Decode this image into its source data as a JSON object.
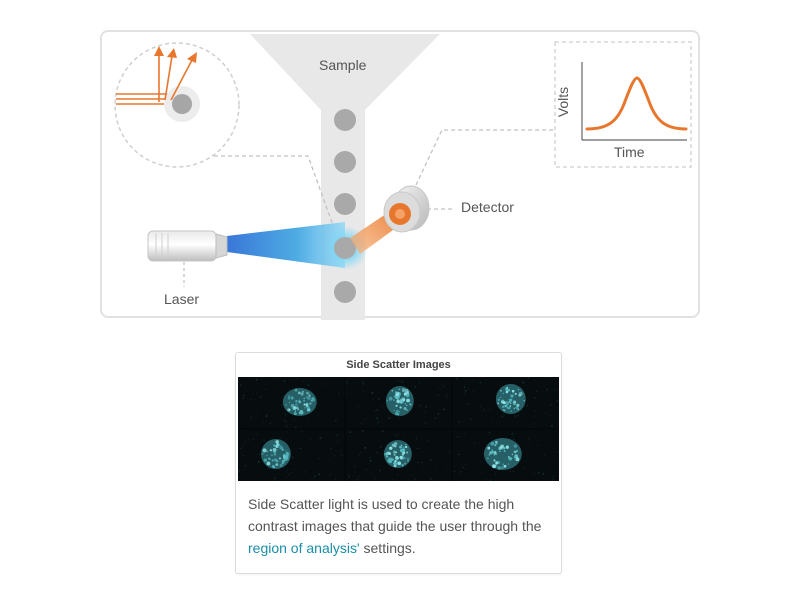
{
  "diagram": {
    "sample_label": "Sample",
    "detector_label": "Detector",
    "laser_label": "Laser",
    "graph": {
      "y_label": "Volts",
      "x_label": "Time"
    },
    "colors": {
      "orange": "#e8772e",
      "blue": "#3ba3e0",
      "particle": "#a9a9a9",
      "channel": "#e6e6e6"
    }
  },
  "card": {
    "title": "Side Scatter Images",
    "caption_part1": "Side Scatter light is used to create the high contrast images that guide the user through the ",
    "caption_link": "region of analysis'",
    "caption_part2": " settings."
  }
}
